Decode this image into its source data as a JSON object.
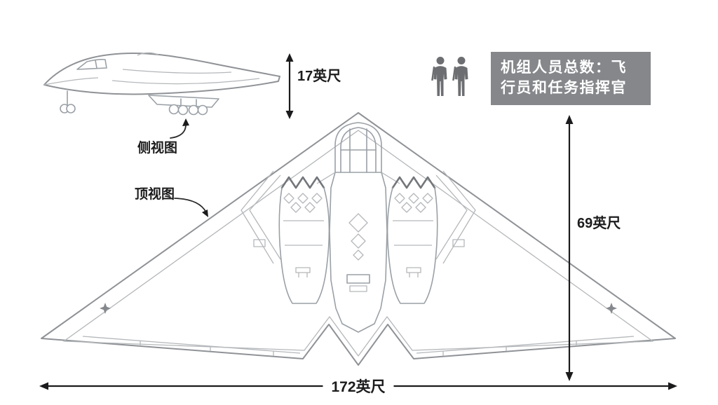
{
  "diagram": {
    "labels": {
      "height": "17英尺",
      "side_view": "侧视图",
      "top_view": "顶视图",
      "length": "69英尺",
      "wingspan": "172英尺",
      "crew": "机组人员总数：飞行员和任务指挥官"
    },
    "colors": {
      "background": "#ffffff",
      "aircraft_line": "#9aa0a6",
      "aircraft_line_dark": "#7e8287",
      "dimension_line": "#1b1b1d",
      "crew_box_background": "#85878b",
      "crew_text": "#ffffff",
      "soldier_icon": "#6d6e71",
      "wingtip_marking": "#85888c"
    },
    "icons": {
      "crew": [
        "soldier-icon",
        "soldier-icon"
      ],
      "wingtip_marking": "star-icon"
    }
  }
}
